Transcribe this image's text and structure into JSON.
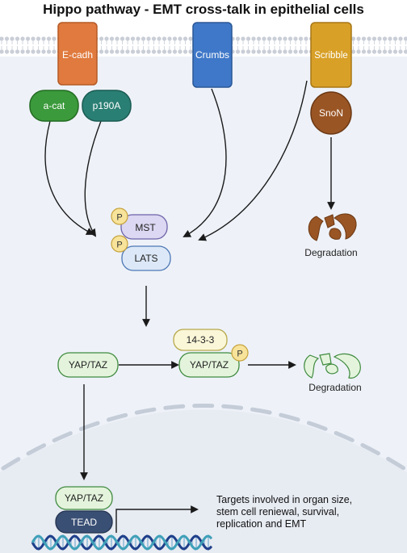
{
  "title": "Hippo pathway - EMT cross-talk in epithelial cells",
  "membrane_proteins": {
    "ecadh": "E-cadh",
    "crumbs": "Crumbs",
    "scribble": "Scribble"
  },
  "adaptors": {
    "acat": "a-cat",
    "p190a": "p190A",
    "snon": "SnoN"
  },
  "kinases": {
    "mst": "MST",
    "lats": "LATS",
    "phospho": "P"
  },
  "effectors": {
    "yaptaz": "YAP/TAZ",
    "protein_1433": "14-3-3",
    "tead": "TEAD"
  },
  "degradation_labels": {
    "snon_degradation": "Degradation",
    "yap_degradation": "Degradation"
  },
  "targets": {
    "line1": "Targets involved in organ size,",
    "line2": "stem cell reniewal, survival,",
    "line3": "replication and EMT"
  },
  "colors": {
    "ecadh": "#e07a3e",
    "crumbs": "#3f78c8",
    "scribble": "#d8a027",
    "acat": "#3b9a3b",
    "p190a": "#2a7f74",
    "snon": "#9a5524",
    "mst": "#dcd7f2",
    "lats": "#dce8f7",
    "yaptaz": "#e4f4dc",
    "protein_1433": "#faf6d8",
    "tead": "#3a4f74",
    "phospho": "#f7e39a",
    "cytoplasm": "#eef2f8",
    "nucleus": "#e7ebf2"
  }
}
